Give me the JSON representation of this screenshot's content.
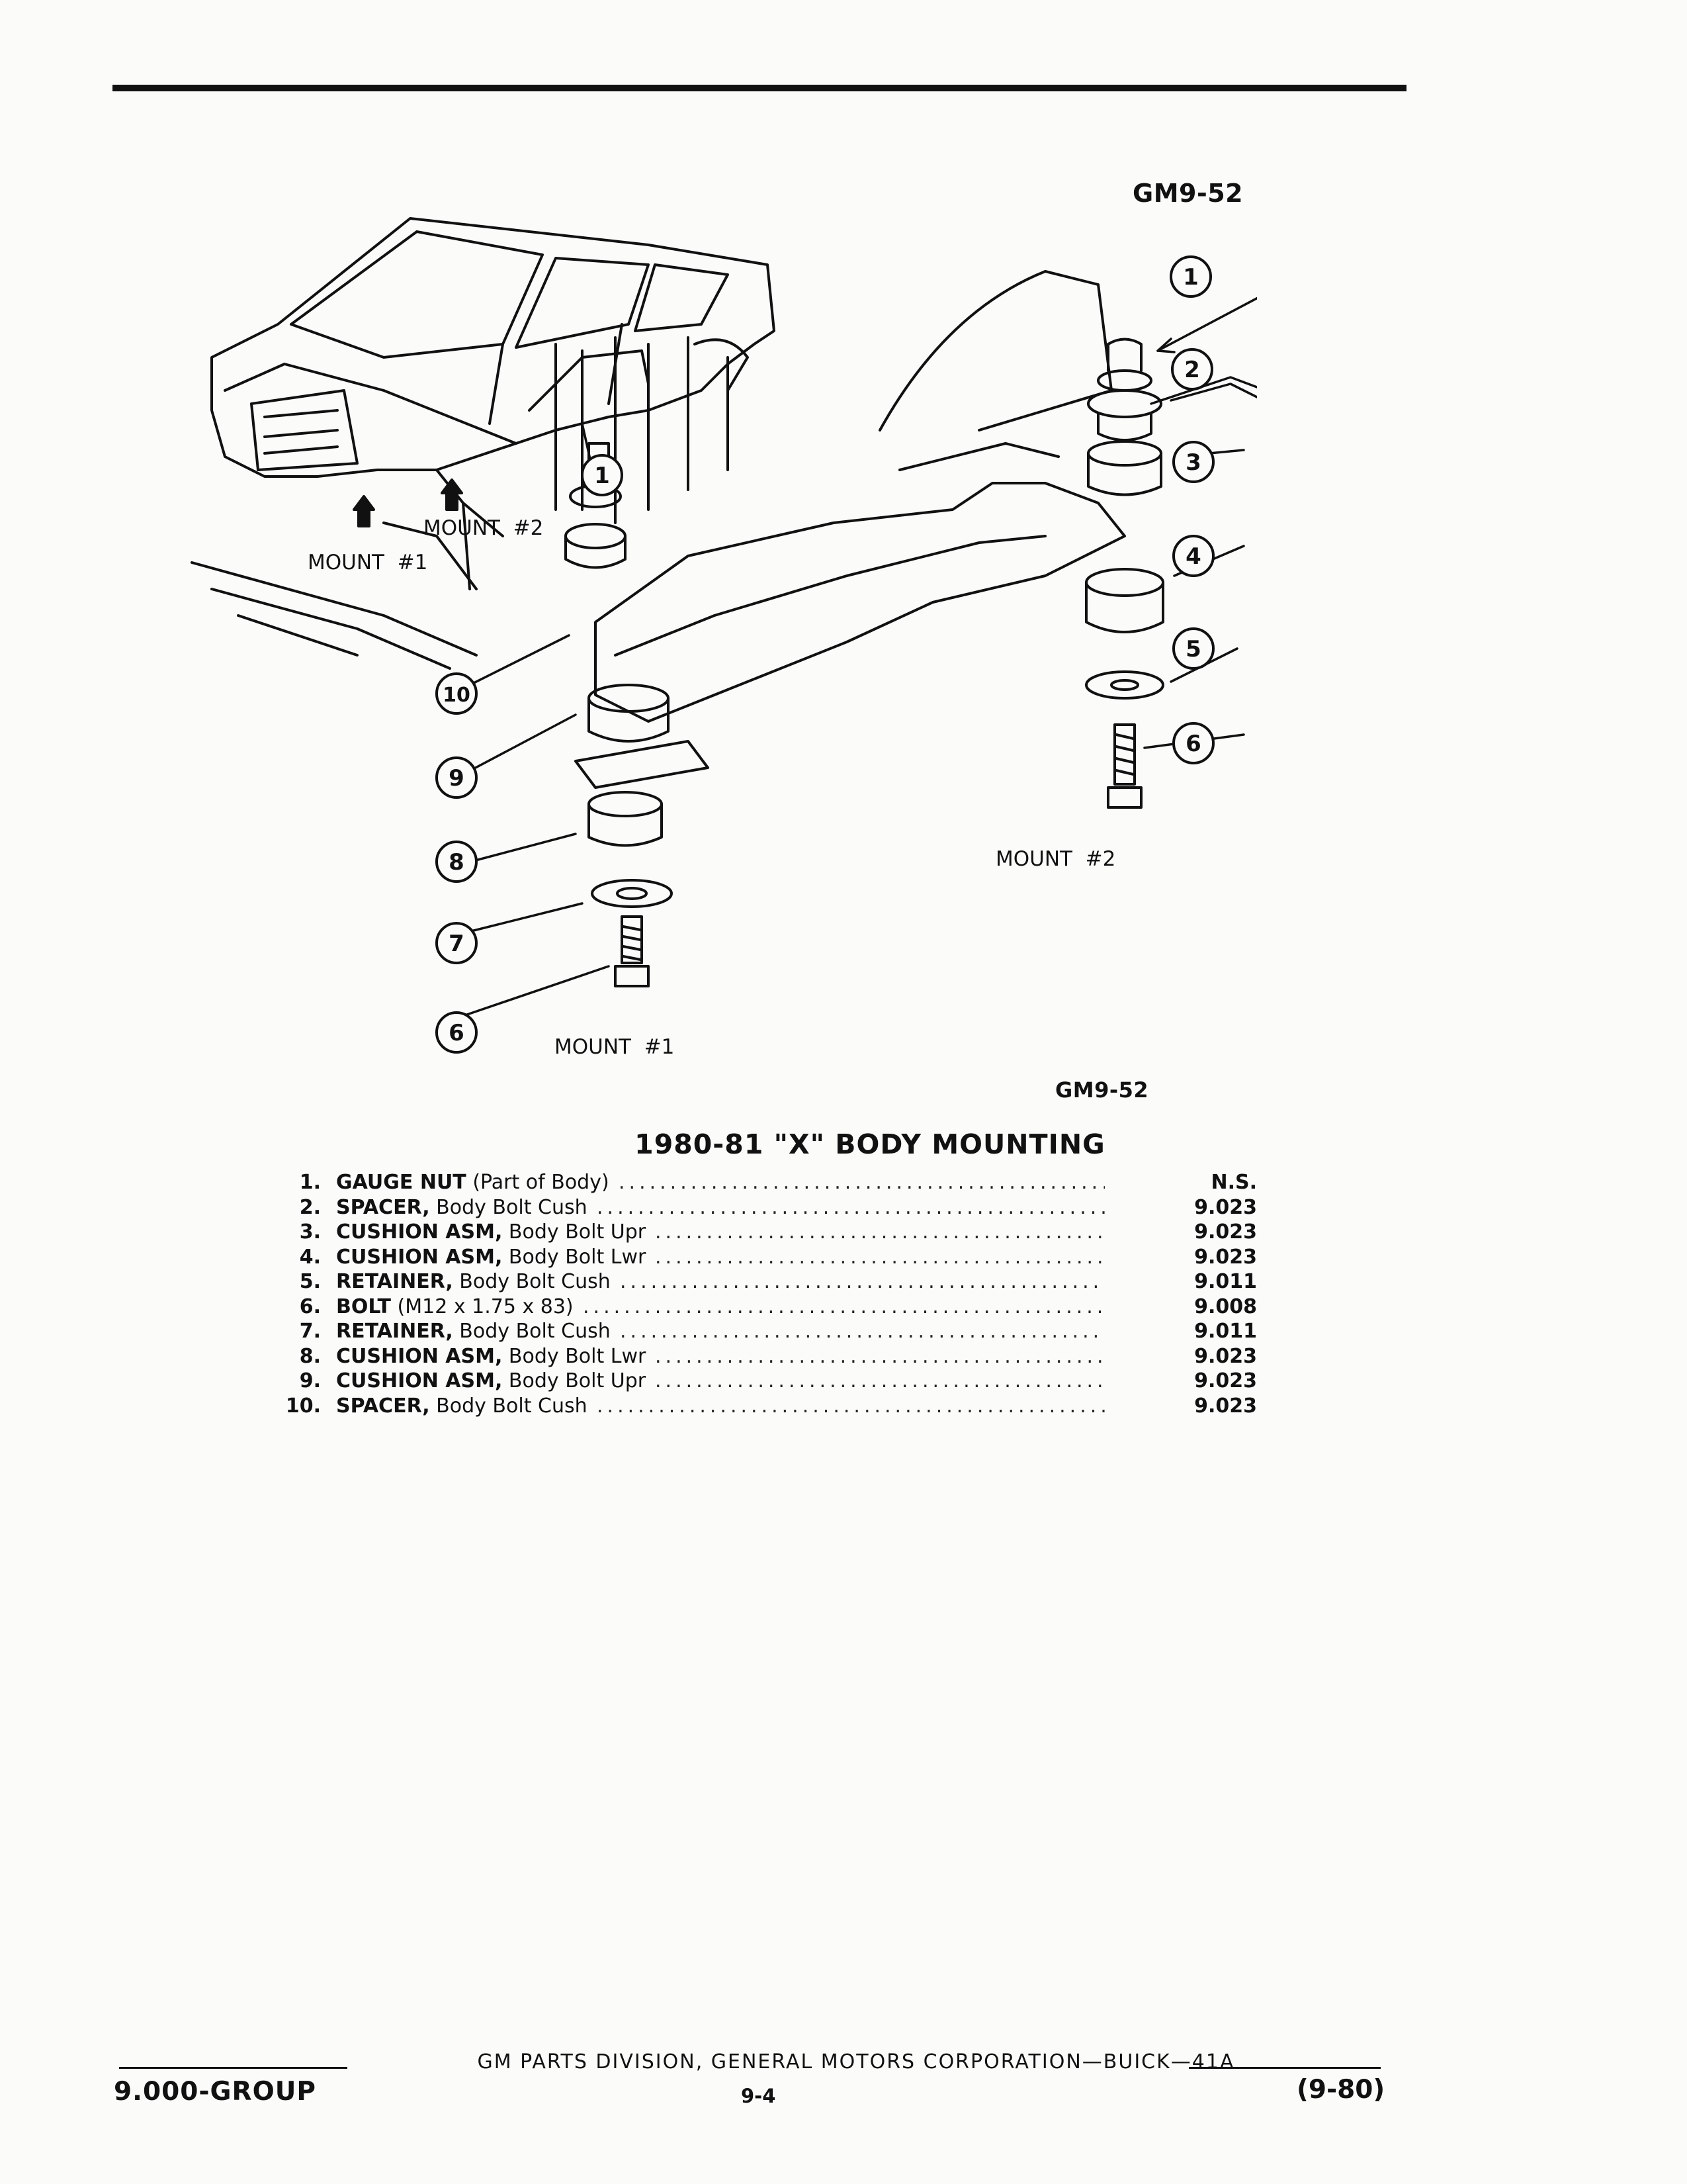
{
  "header": {
    "figure_id": "GM9-52"
  },
  "diagram": {
    "mount_labels": {
      "top_mount_2": "MOUNT  #2",
      "top_mount_1": "MOUNT  #1",
      "right_mount_2": "MOUNT  #2",
      "bottom_mount_1": "MOUNT  #1"
    },
    "callouts_right": [
      "1",
      "2",
      "3",
      "4",
      "5",
      "6"
    ],
    "callouts_left": [
      "1",
      "10",
      "9",
      "8",
      "7",
      "6"
    ],
    "figure_id_bottom": "GM9-52"
  },
  "title": "1980-81 \"X\" BODY MOUNTING",
  "parts": [
    {
      "num": "1.",
      "name": "GAUGE NUT",
      "desc": " (Part of Body)",
      "ref": "N.S."
    },
    {
      "num": "2.",
      "name": "SPACER,",
      "desc": " Body Bolt Cush",
      "ref": "9.023"
    },
    {
      "num": "3.",
      "name": "CUSHION ASM,",
      "desc": " Body Bolt Upr",
      "ref": "9.023"
    },
    {
      "num": "4.",
      "name": "CUSHION ASM,",
      "desc": " Body Bolt Lwr",
      "ref": "9.023"
    },
    {
      "num": "5.",
      "name": "RETAINER,",
      "desc": " Body Bolt Cush",
      "ref": "9.011"
    },
    {
      "num": "6.",
      "name": "BOLT",
      "desc": " (M12 x 1.75 x 83)",
      "ref": "9.008"
    },
    {
      "num": "7.",
      "name": "RETAINER,",
      "desc": " Body Bolt Cush",
      "ref": "9.011"
    },
    {
      "num": "8.",
      "name": "CUSHION ASM,",
      "desc": " Body Bolt Lwr",
      "ref": "9.023"
    },
    {
      "num": "9.",
      "name": "CUSHION ASM,",
      "desc": " Body Bolt Upr",
      "ref": "9.023"
    },
    {
      "num": "10.",
      "name": "SPACER,",
      "desc": " Body Bolt Cush",
      "ref": "9.023"
    }
  ],
  "footer": {
    "center": "GM PARTS DIVISION, GENERAL MOTORS CORPORATION—BUICK—41A",
    "group": "9.000-GROUP",
    "page": "9-4",
    "date": "(9-80)"
  }
}
